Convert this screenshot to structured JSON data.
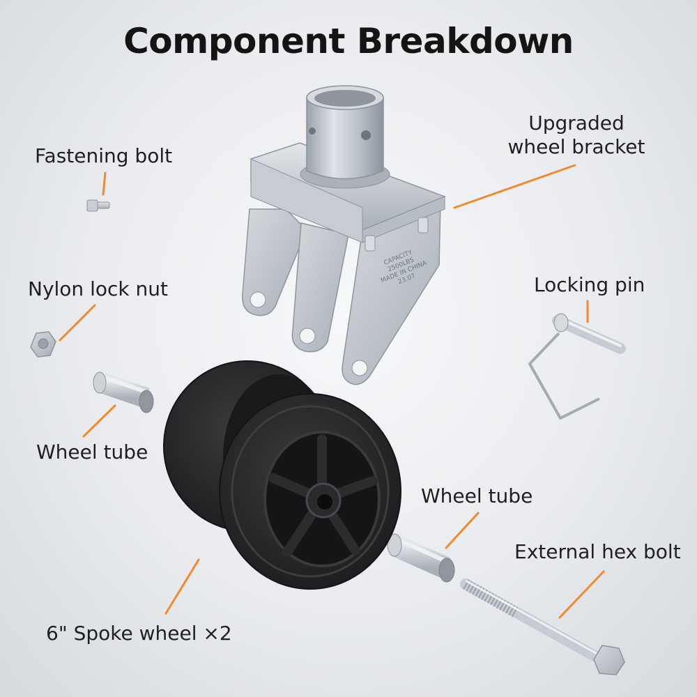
{
  "title": "Component Breakdown",
  "colors": {
    "accent_leader": "#f08a2c",
    "text": "#1f1f1f",
    "metal": "#c6ccd3",
    "rubber": "#2b2b2d"
  },
  "components": [
    {
      "id": "bracket",
      "label_lines": [
        "Upgraded",
        "wheel bracket"
      ],
      "icon": "wheel-bracket-icon"
    },
    {
      "id": "fastening-bolt",
      "label_lines": [
        "Fastening bolt"
      ],
      "icon": "fastening-bolt-icon"
    },
    {
      "id": "nylon-lock-nut",
      "label_lines": [
        "Nylon lock nut"
      ],
      "icon": "hex-nut-icon"
    },
    {
      "id": "locking-pin",
      "label_lines": [
        "Locking pin"
      ],
      "icon": "locking-pin-icon"
    },
    {
      "id": "wheel-tube-left",
      "label_lines": [
        "Wheel tube"
      ],
      "icon": "wheel-tube-icon"
    },
    {
      "id": "wheel-tube-right",
      "label_lines": [
        "Wheel tube"
      ],
      "icon": "wheel-tube-icon"
    },
    {
      "id": "spoke-wheel",
      "label_lines": [
        "6\" Spoke wheel ×2"
      ],
      "icon": "spoke-wheel-icon"
    },
    {
      "id": "hex-bolt",
      "label_lines": [
        "External hex bolt"
      ],
      "icon": "hex-bolt-icon"
    }
  ],
  "bracket_stamp": [
    "CAPACITY",
    "2500LBS",
    "MADE IN CHINA",
    "23.07"
  ]
}
